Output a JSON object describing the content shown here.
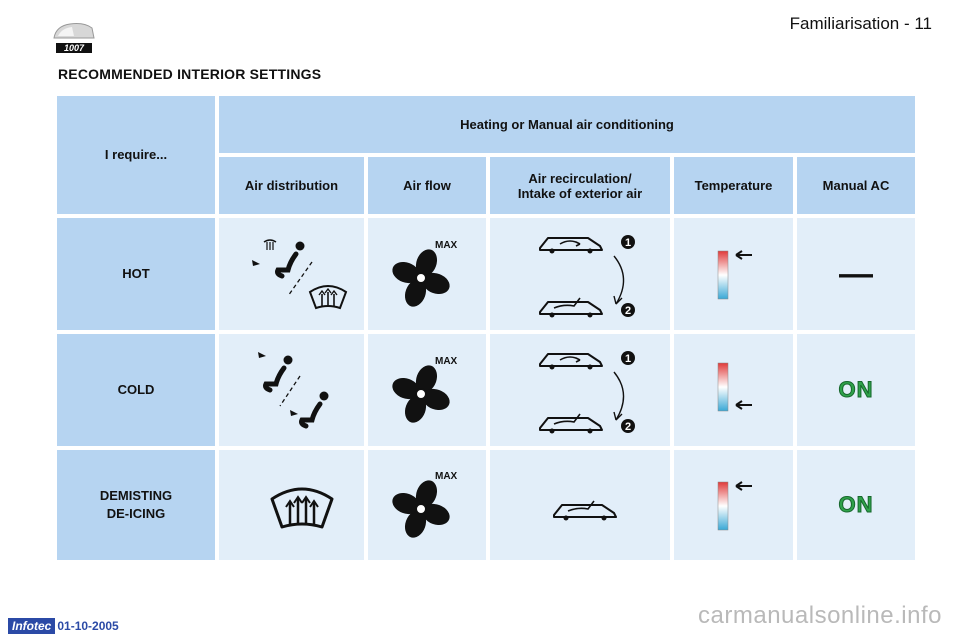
{
  "header": {
    "model_badge": "1007",
    "page_label": "Familiarisation - 11"
  },
  "section_title": "RECOMMENDED INTERIOR SETTINGS",
  "table": {
    "corner_label": "I require...",
    "group_header": "Heating or Manual air conditioning",
    "columns": [
      "Air distribution",
      "Air flow",
      "Air recirculation/",
      "Intake of exterior air",
      "Temperature",
      "Manual AC"
    ],
    "rows": [
      {
        "label": [
          "HOT"
        ],
        "distribution_icons": [
          "windscreen-vent-icon",
          "seat-occupant-face-icon",
          "windscreen-defrost-icon"
        ],
        "air_flow": "MAX",
        "recirculation_steps": [
          "1",
          "2"
        ],
        "temperature_level": "hot",
        "manual_ac": "—"
      },
      {
        "label": [
          "COLD"
        ],
        "distribution_icons": [
          "seat-occupant-face-icon",
          "seat-occupant-face-icon"
        ],
        "air_flow": "MAX",
        "recirculation_steps": [
          "1",
          "2"
        ],
        "temperature_level": "cold",
        "manual_ac": "ON"
      },
      {
        "label": [
          "DEMISTING",
          "DE-ICING"
        ],
        "distribution_icons": [
          "windscreen-defrost-icon"
        ],
        "air_flow": "MAX",
        "recirculation_steps": [],
        "temperature_level": "hot",
        "manual_ac": "ON"
      }
    ]
  },
  "footer": {
    "brand": "Infotec",
    "date": "01-10-2005"
  },
  "watermark": "carmanualsonline.info",
  "colors": {
    "header_cell": "#b6d4f1",
    "body_cell": "#e2eef9",
    "on_green": "#2fa24a",
    "hot": "#e03a3a",
    "cold": "#3aa8d6"
  }
}
